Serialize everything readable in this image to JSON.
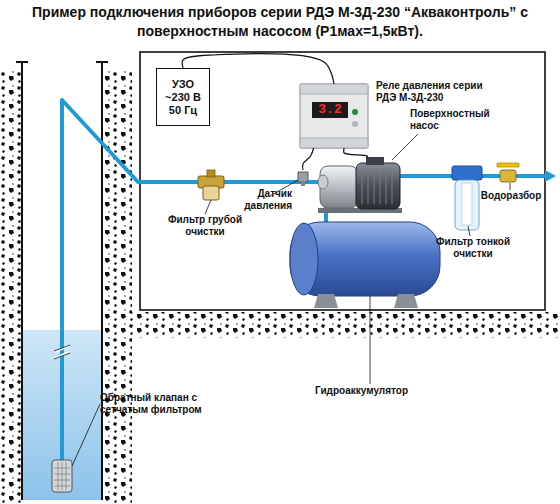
{
  "diagram": {
    "title": "Пример подключения приборов серии РДЭ М-3Д-230 “Акваконтроль” с поверхностным насосом (P1мах=1,5кВт).",
    "nodes": [
      {
        "text": [
          "УЗО ~230 В 50 Гц"
        ]
      },
      {
        "text": [
          "Реле давления серии РДЭ М-3Д-230",
          "3.2"
        ]
      },
      {
        "text": [
          "Поверхностный насос"
        ]
      },
      {
        "text": [
          "Датчик давления"
        ]
      }
    ],
    "edges": [
      {
        "from": 0,
        "to": 1,
        "arrow": "none"
      },
      {
        "from": 1,
        "to": 2,
        "arrow": "none"
      },
      {
        "from": 1,
        "to": 3,
        "arrow": "none"
      }
    ],
    "labels": [
      "Фильтр грубой очистки",
      "Водоразбор",
      "Фильтр тонкой очистки",
      "Обратный клапан с сетчатым фильтром",
      "Гидроаккумулятор"
    ]
  }
}
